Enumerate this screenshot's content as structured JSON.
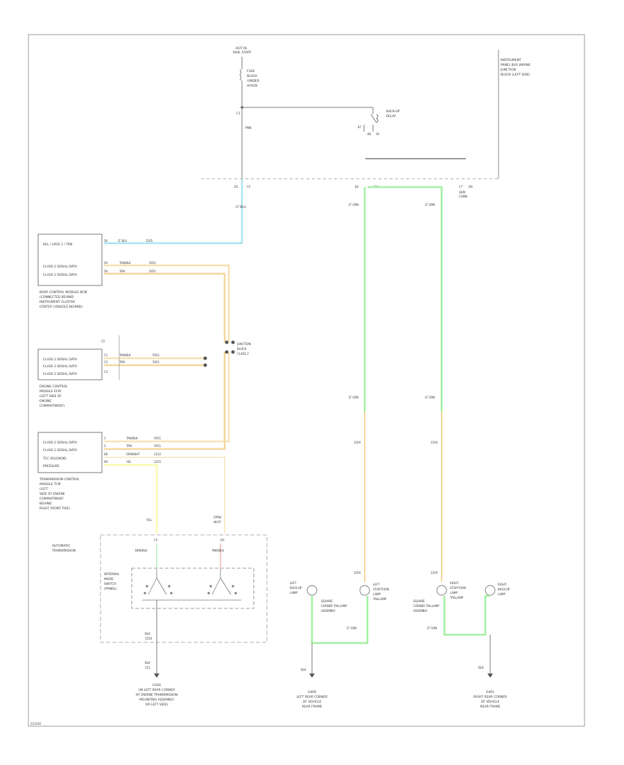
{
  "diagram": {
    "fuse_label": [
      "HOT IN",
      "RUN, START"
    ],
    "fuse_name": [
      "FUSE",
      "BLOCK",
      "(UNDER",
      "HOOD)"
    ],
    "fuse_pin": "F1",
    "ckt_top_wire": "PNK",
    "relay_label": [
      "BACK-UP",
      "RELAY"
    ],
    "relay_pins": [
      "87",
      "86",
      "30"
    ],
    "upper_right_box_label": [
      "INSTRUMENT",
      "PANEL BUS WIRING",
      "JUNCTION",
      "BLOCK (LEFT SIDE)"
    ],
    "junction_left_pins": [
      "D1",
      "C5"
    ],
    "junction_mid_pin": "B2",
    "junction_mid_pin2": "E4",
    "junction_right_pins": [
      "C7",
      "D6"
    ],
    "junction_right_label": [
      "OEM",
      "CONN"
    ],
    "ecm_top": {
      "rows": [
        "REL / LPOS 1 / TRN",
        "CLASS 2 SERIAL DATA",
        "CLASS 2 SERIAL DATA"
      ],
      "pins": [
        "26",
        "29",
        "58"
      ],
      "wire_colors": [
        "LT BLU",
        "TAN/BLK",
        "TAN"
      ],
      "wire_codes": [
        "1505",
        "5051",
        "5051"
      ],
      "caption": [
        "BODY CONTROL MODULE BCM",
        "(CONNECTED BEHIND",
        "INSTRUMENT CLUSTER",
        "CENTER CONSOLE BEHIND)"
      ]
    },
    "ecm_mid": {
      "rows": [
        "CLASS 2 SERIAL DATA",
        "CLASS 2 SERIAL DATA",
        "CLASS 2 SERIAL DATA"
      ],
      "pins": [
        "C1",
        "C2",
        "C3"
      ],
      "wire_colors": [
        "TAN/BLK",
        "TAN"
      ],
      "wire_codes": [
        "5051",
        "5051"
      ],
      "caption": [
        "ENGINE CONTROL",
        "MODULE ECM",
        "(LEFT SIDE OF",
        "ENGINE",
        "COMPARTMENT)"
      ],
      "tag": "C2"
    },
    "splice_label": [
      "JUNCTION",
      "BLOCK",
      "CLASS 2"
    ],
    "ecm_bot": {
      "rows": [
        "CLASS 2 SERIAL DATA",
        "CLASS 2 SERIAL DATA",
        "TCC SOLENOID",
        "PRESSURE"
      ],
      "pins": [
        "1",
        "2",
        "68",
        "69"
      ],
      "wire_colors": [
        "TAN/BLK",
        "TAN",
        "ORN/WHT",
        "YEL"
      ],
      "wire_codes": [
        "5051",
        "5051",
        "1212",
        "1225"
      ],
      "caption": [
        "TRANSMISSION CONTROL",
        "MODULE TCM",
        "(LEFT",
        "SIDE OF ENGINE",
        "COMPARTMENT",
        "BEHIND",
        "RIGHT FRONT TIRE)"
      ]
    },
    "trans_wire_left": "YEL",
    "trans_wire_right": [
      "ORN/",
      "WHT"
    ],
    "trans_box_label": [
      "AUTOMATIC",
      "TRANSMISSION"
    ],
    "trans_pins_top": [
      "C5",
      "D5"
    ],
    "trans_switch_left_label": [
      "INTERNAL",
      "MODE",
      "SWITCH",
      "(PRNDL)"
    ],
    "trans_switch_codes": [
      "BRN/BLK",
      "PNK/BLK"
    ],
    "trans_ground_codes": [
      "BLK",
      "1550",
      "BLK",
      "151"
    ],
    "trans_ground_label": [
      "G104",
      "(IN LEFT REAR CORNER",
      "OF ENGINE TRANSMISSION",
      "MOUNTING ASSEMBLY",
      "OR LEFT SIDE)"
    ],
    "lamp_left_backup": [
      "LEFT",
      "BACK-UP",
      "LAMP"
    ],
    "lamp_left_tail": [
      "LEFT",
      "STOP/TURN",
      "LAMP",
      "TAILLAMP"
    ],
    "lamp_left_group": [
      "SQUARE",
      "CORNER TAILLAMP",
      "ASSEMBLY"
    ],
    "lamp_right_backup": [
      "RIGHT",
      "BACK-UP",
      "LAMP"
    ],
    "lamp_right_tail": [
      "RIGHT",
      "STOP/TURN",
      "LAMP",
      "TAILLAMP"
    ],
    "lamp_right_group": [
      "SQUARE",
      "CORNER TAILLAMP",
      "ASSEMBLY"
    ],
    "green_wire_code": "LT GRN",
    "backup_wire_code": "1204",
    "ground_left_label": [
      "G400",
      "LEFT REAR CORNER",
      "OF VEHICLE",
      "REAR FRAME"
    ],
    "ground_right_label": [
      "G401",
      "RIGHT REAR CORNER",
      "OF VEHICLE",
      "REAR FRAME"
    ],
    "ground_codes": [
      "BLK",
      "BLK"
    ],
    "footer_code": "G1234"
  }
}
